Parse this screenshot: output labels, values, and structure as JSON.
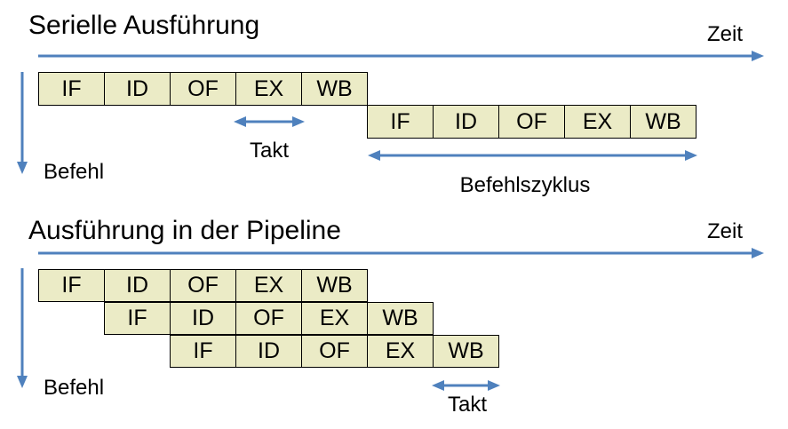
{
  "colors": {
    "accent_blue": "#4f81bd",
    "box_fill": "#ebebc6",
    "box_border": "#000000",
    "text_color": "#000000",
    "background": "#ffffff"
  },
  "serial": {
    "title": "Serielle Ausführung",
    "zeit_label": "Zeit",
    "befehl_label": "Befehl",
    "takt_label": "Takt",
    "befehlszyklus_label": "Befehlszyklus",
    "instruction1_stages": [
      "IF",
      "ID",
      "OF",
      "EX",
      "WB"
    ],
    "instruction2_stages": [
      "IF",
      "ID",
      "OF",
      "EX",
      "WB"
    ]
  },
  "pipeline": {
    "title": "Ausführung in der Pipeline",
    "zeit_label": "Zeit",
    "befehl_label": "Befehl",
    "takt_label": "Takt",
    "instruction1_stages": [
      "IF",
      "ID",
      "OF",
      "EX",
      "WB"
    ],
    "instruction2_stages": [
      "IF",
      "ID",
      "OF",
      "EX",
      "WB"
    ],
    "instruction3_stages": [
      "IF",
      "ID",
      "OF",
      "EX",
      "WB"
    ]
  }
}
